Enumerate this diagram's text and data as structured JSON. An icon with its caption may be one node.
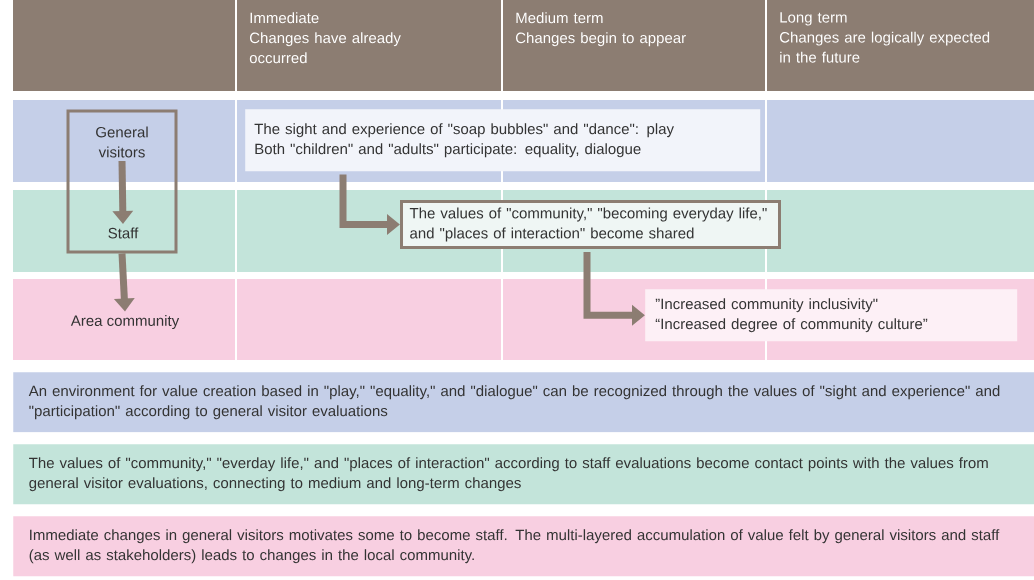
{
  "diagram": {
    "nodes": [
      {
        "text": [],
        "shape": "box"
      },
      {
        "text": [
          "General visitors"
        ],
        "in": 0
      },
      {
        "text": [
          "Staff"
        ],
        "in": 0
      },
      {
        "text": [
          "Area community"
        ]
      },
      {
        "text": [
          "The sight and experience of \"soap bubbles\" and \"dance\": play",
          "Both \"children\" and \"adults\" participate: equality, dialogue"
        ]
      },
      {
        "text": [
          "The values of \"community,\" \"becoming everyday life,\" and \"places of interaction\" become shared"
        ]
      },
      {
        "text": [
          "”Increased community inclusivity\"",
          "“Increased degree of community culture”"
        ]
      },
      {
        "text": [
          "An environment for value creation based in \"play,\" \"equality,\" and \"dialogue\" can be recognized through the values of \"sight and experience\" and \"participation\" according to general visitor evaluations"
        ]
      },
      {
        "text": [
          "The values of \"community,\" \"everday life,\" and \"places of interaction\" according to staff evaluations become contact points with the values from general visitor evaluations, connecting to medium and long-term changes"
        ]
      },
      {
        "text": [
          "Immediate changes in general visitors motivates some to become staff. The multi-layered accumulation of value felt by general visitors and staff (as well as stakeholders) leads to changes in the local community."
        ]
      }
    ],
    "edges": [
      {
        "from": 1,
        "to": 2,
        "arrow": "to"
      },
      {
        "from": 0,
        "to": 3,
        "arrow": "to"
      },
      {
        "from": 4,
        "to": 5,
        "arrow": "to"
      },
      {
        "from": 5,
        "to": 6,
        "arrow": "to"
      }
    ],
    "labels": [
      "Immediate",
      "Changes have already occurred",
      "Medium term",
      "Changes begin to appear",
      "Long term",
      "Changes are logically expected in the future"
    ]
  }
}
